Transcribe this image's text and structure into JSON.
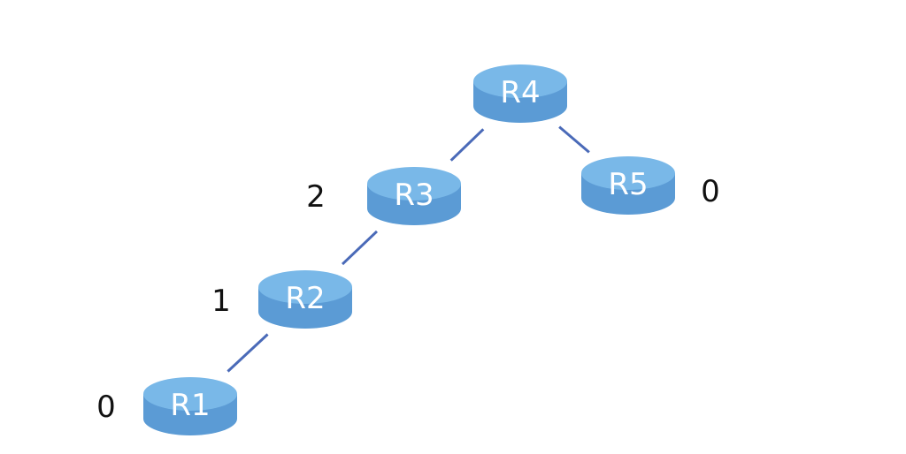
{
  "colors": {
    "router_top": "#79b8e8",
    "router_body": "#5b9bd5",
    "link": "#4a6ab8",
    "count_text": "#111111"
  },
  "icon": "router-icon",
  "nodes": [
    {
      "id": "R1",
      "label": "R1",
      "count": "0"
    },
    {
      "id": "R2",
      "label": "R2",
      "count": "1"
    },
    {
      "id": "R3",
      "label": "R3",
      "count": "2"
    },
    {
      "id": "R4",
      "label": "R4",
      "count": ""
    },
    {
      "id": "R5",
      "label": "R5",
      "count": "0"
    }
  ],
  "links": [
    {
      "from": "R1",
      "to": "R2"
    },
    {
      "from": "R2",
      "to": "R3"
    },
    {
      "from": "R3",
      "to": "R4"
    },
    {
      "from": "R4",
      "to": "R5"
    }
  ]
}
